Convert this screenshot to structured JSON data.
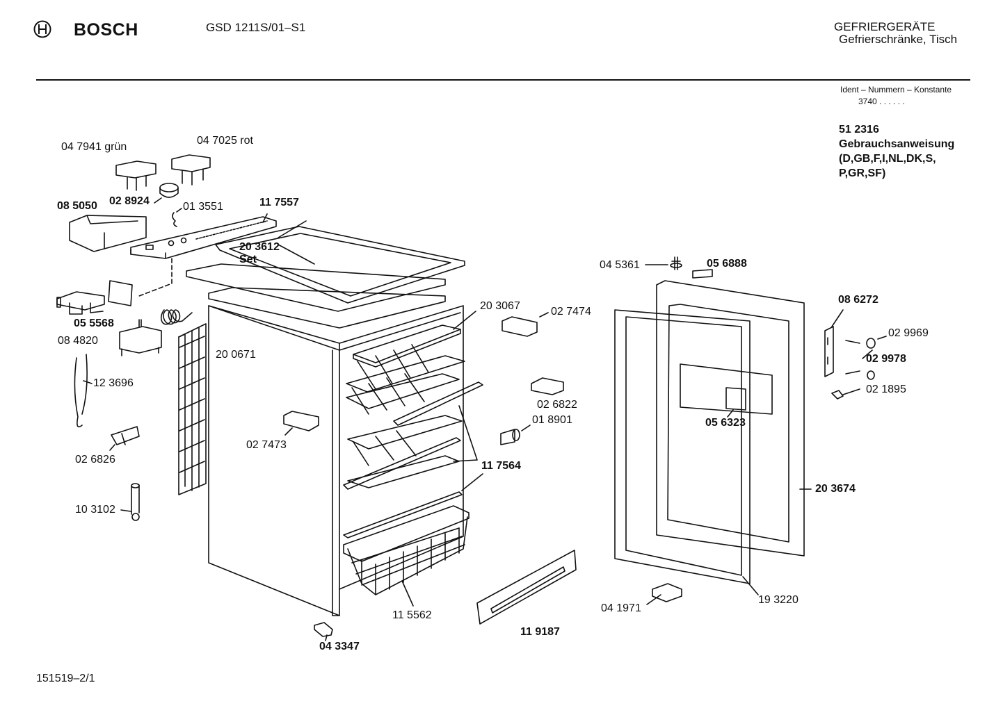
{
  "header": {
    "brand": "BOSCH",
    "model": "GSD 1211S/01–S1",
    "category": "GEFRIERGERÄTE",
    "subcategory": "Gefrierschränke, Tisch",
    "ident_label": "Ident – Nummern – Konstante",
    "ident_value": "3740 . . . . . ."
  },
  "manual": {
    "number": "51 2316",
    "title": "Gebrauchsanweisung",
    "languages_line1": "(D,GB,F,I,NL,DK,S,",
    "languages_line2": "P,GR,SF)"
  },
  "parts": {
    "p047941": "04 7941 grün",
    "p047025": "04 7025 rot",
    "p085050": "08 5050",
    "p028924": "02 8924",
    "p013551": "01 3551",
    "p117557": "11 7557",
    "p203612": "20 3612",
    "p203612_set": "Set",
    "p055568": "05 5568",
    "p084820": "08 4820",
    "p200671": "20 0671",
    "p123696": "12 3696",
    "p026826": "02 6826",
    "p103102": "10 3102",
    "p203067": "20 3067",
    "p027474": "02 7474",
    "p027473": "02 7473",
    "p026822": "02 6822",
    "p018901": "01 8901",
    "p117564": "11 7564",
    "p115562": "11 5562",
    "p119187": "11 9187",
    "p043347": "04 3347",
    "p045361": "04 5361",
    "p056888": "05 6888",
    "p086272": "08 6272",
    "p029969": "02 9969",
    "p029978": "02 9978",
    "p021895": "02 1895",
    "p056323": "05 6323",
    "p203674": "20 3674",
    "p041971": "04 1971",
    "p193220": "19 3220"
  },
  "footer": {
    "doc_number": "151519–2/1"
  }
}
